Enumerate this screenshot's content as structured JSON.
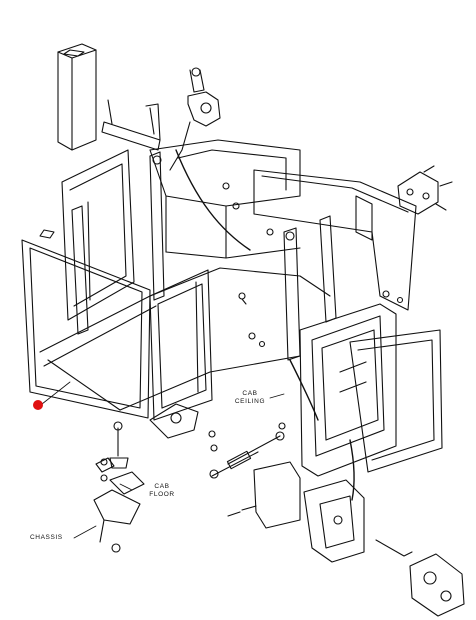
{
  "labels": {
    "cab_ceiling": [
      "CAB",
      "CEILING"
    ],
    "cab_floor": [
      "CAB",
      "FLOOR"
    ],
    "chassis": "CHASSIS"
  },
  "marker": {
    "color": "#e01010"
  },
  "line_color": "#111111"
}
